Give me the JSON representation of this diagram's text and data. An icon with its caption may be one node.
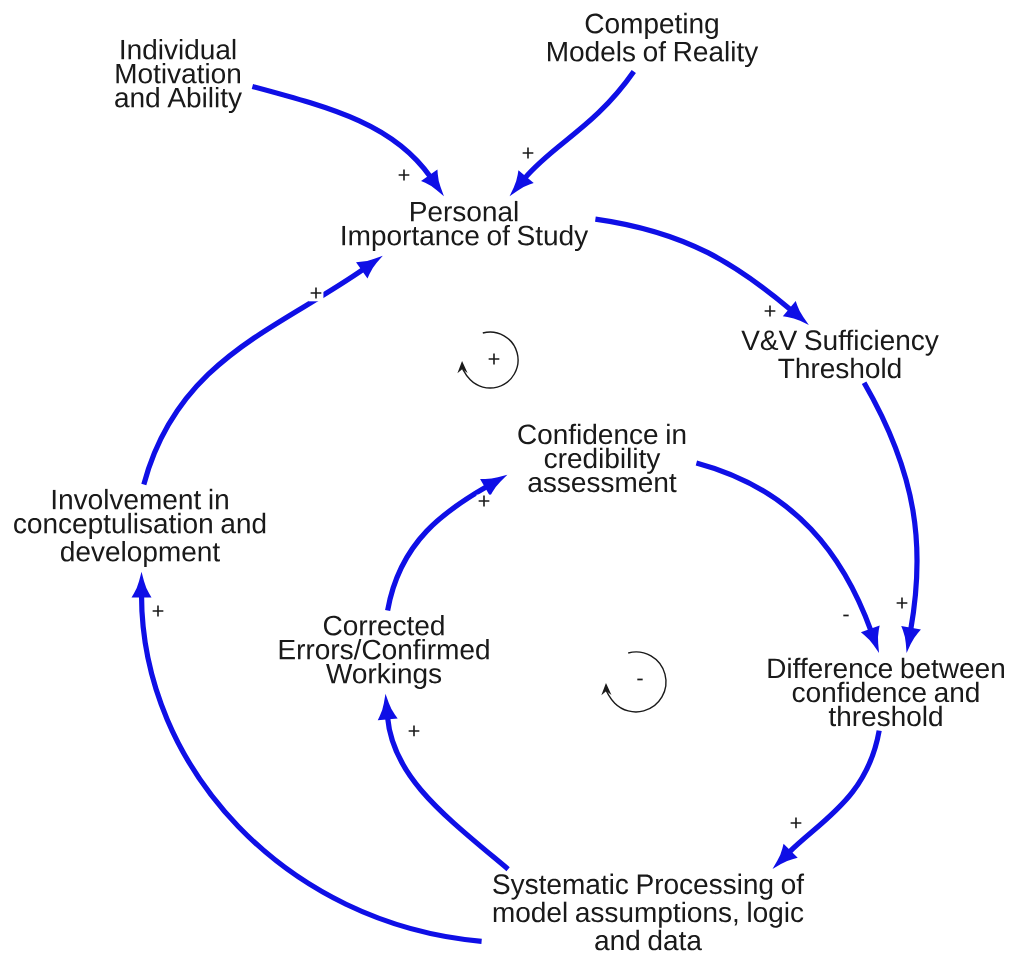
{
  "diagram": {
    "nodes": [
      {
        "text": [
          "Individual Motivation and Ability"
        ]
      },
      {
        "text": [
          "Competing Models of Reality"
        ]
      },
      {
        "text": [
          "Personal Importance of Study"
        ]
      },
      {
        "text": [
          "V&V Sufficiency Threshold"
        ]
      },
      {
        "text": [
          "Confidence in credibility assessment"
        ]
      },
      {
        "text": [
          "Involvement in conceptulisation and development"
        ]
      },
      {
        "text": [
          "Corrected Errors/Confirmed Workings"
        ]
      },
      {
        "text": [
          "Difference between confidence and threshold"
        ]
      },
      {
        "text": [
          "Systematic Processing of model assumptions, logic and data"
        ]
      }
    ],
    "edges": [
      {
        "from": 0,
        "to": 2,
        "arrow": "to",
        "label": "+"
      },
      {
        "from": 1,
        "to": 2,
        "arrow": "to",
        "label": "+"
      },
      {
        "from": 2,
        "to": 3,
        "arrow": "to",
        "label": "+"
      },
      {
        "from": 3,
        "to": 7,
        "arrow": "to",
        "label": "+"
      },
      {
        "from": 4,
        "to": 7,
        "arrow": "to",
        "label": "-"
      },
      {
        "from": 7,
        "to": 8,
        "arrow": "to",
        "label": "+"
      },
      {
        "from": 8,
        "to": 6,
        "arrow": "to",
        "label": "+"
      },
      {
        "from": 6,
        "to": 4,
        "arrow": "to",
        "label": "+"
      },
      {
        "from": 8,
        "to": 5,
        "arrow": "to",
        "label": "+"
      },
      {
        "from": 5,
        "to": 2,
        "arrow": "to",
        "label": "+"
      }
    ],
    "labels": [
      "+",
      "-"
    ]
  }
}
